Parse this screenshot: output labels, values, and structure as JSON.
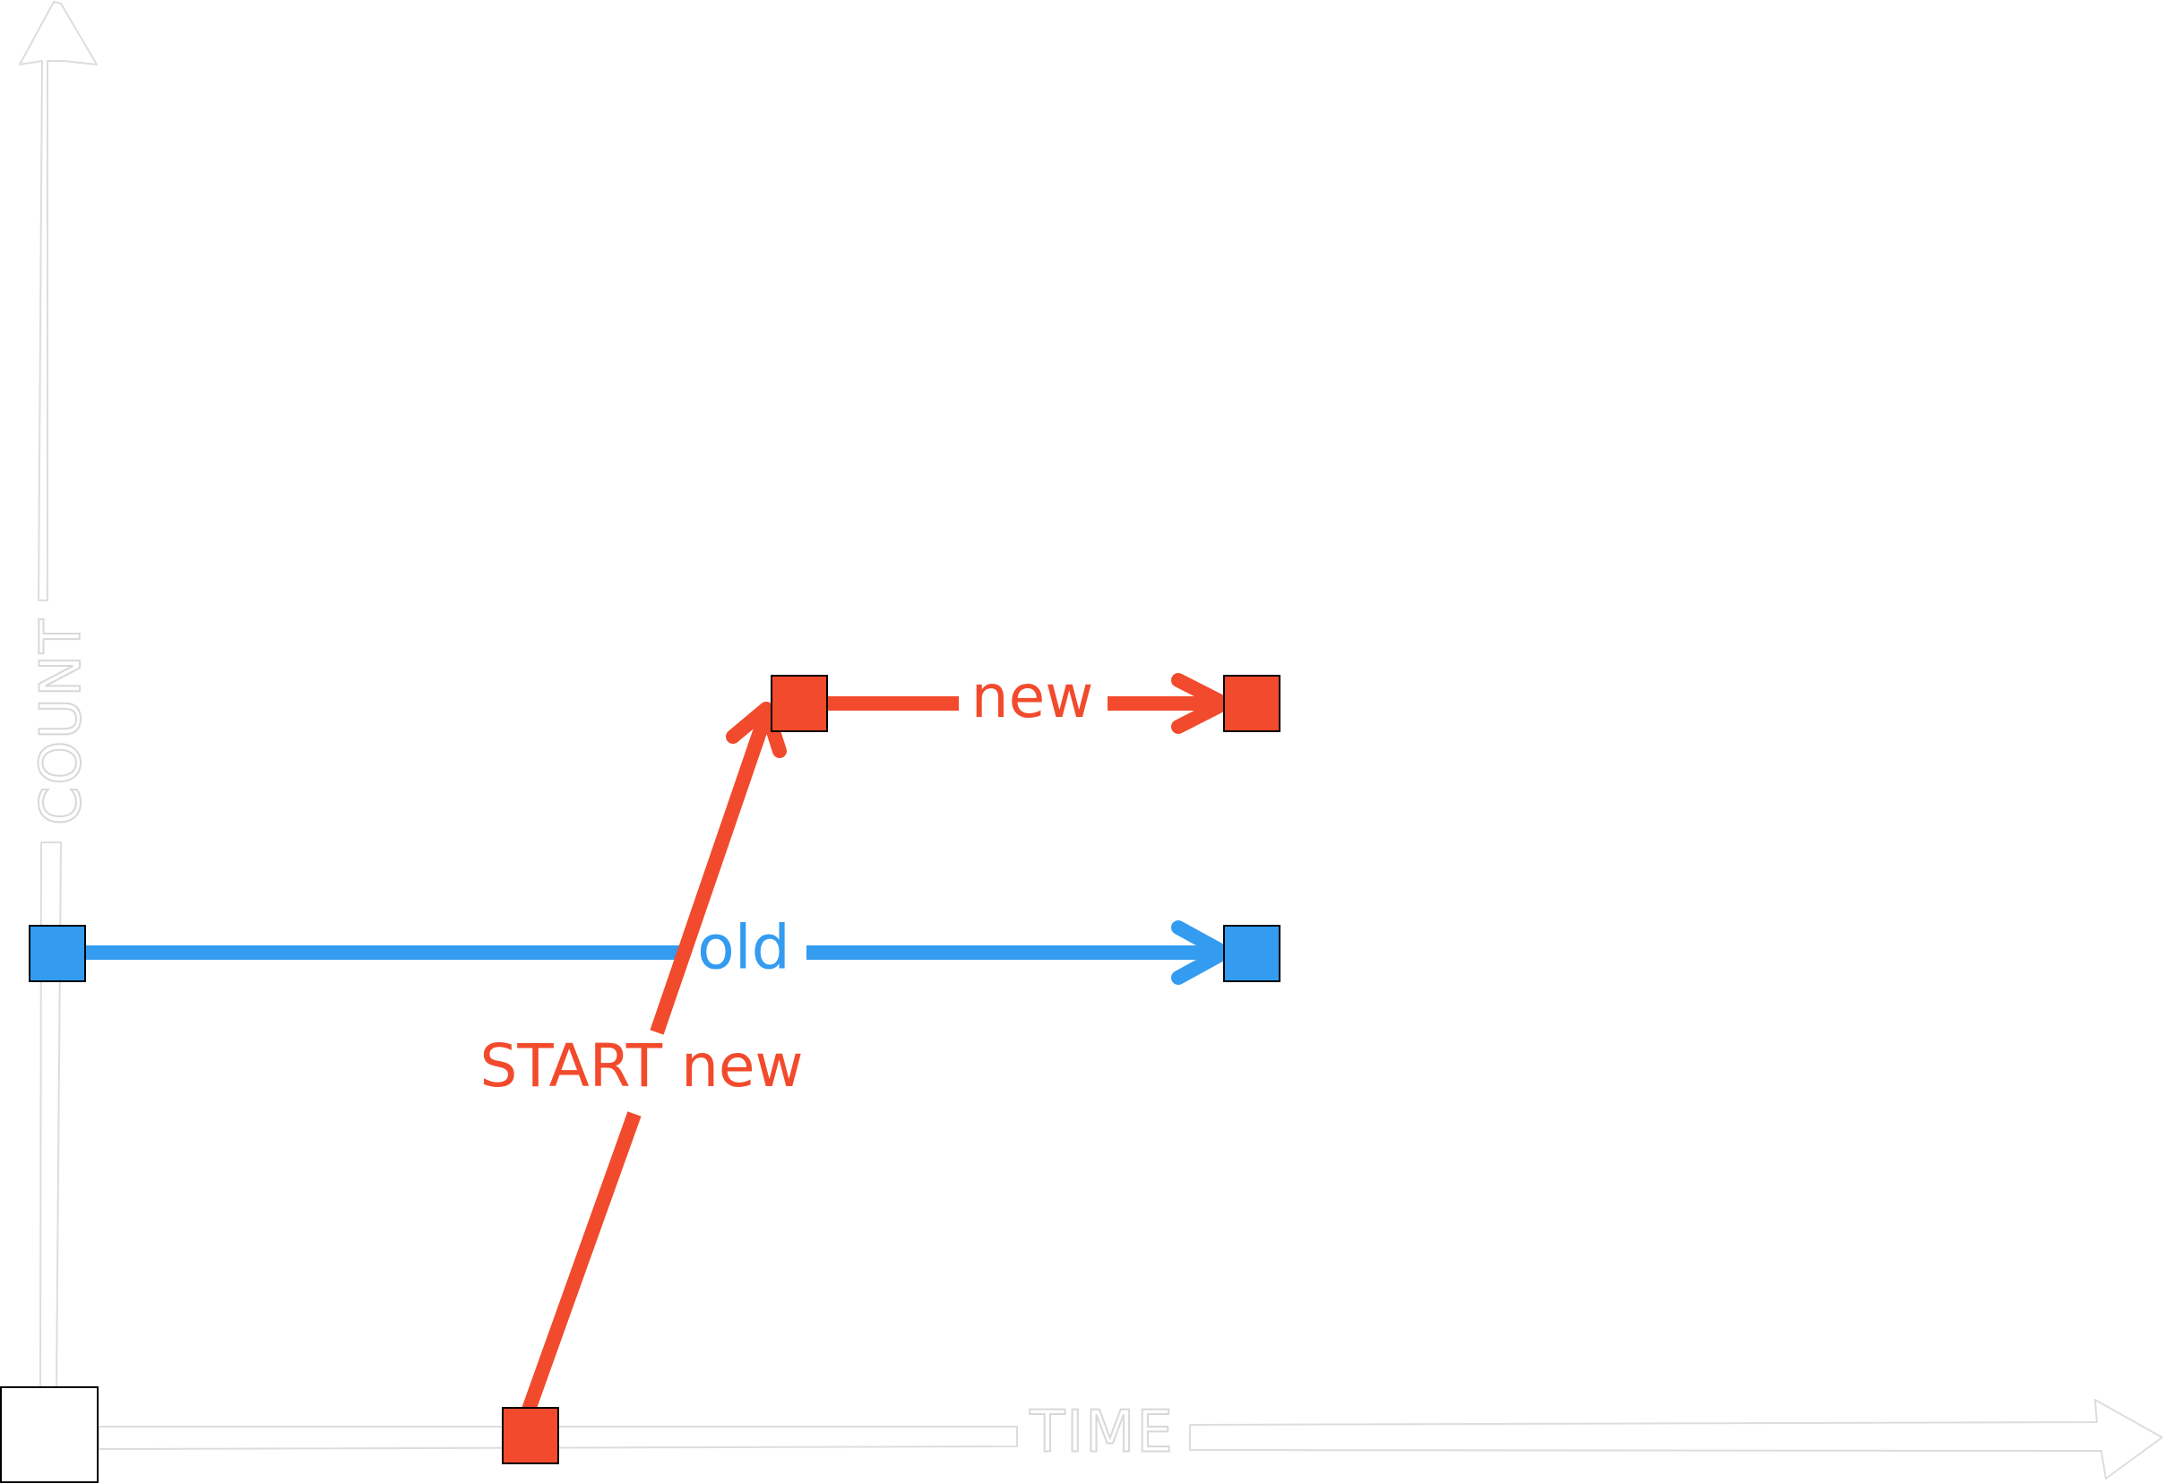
{
  "axes": {
    "x_label": "TIME",
    "y_label": "COUNT"
  },
  "edges": {
    "old": {
      "label": "old"
    },
    "start_new": {
      "label": "START new"
    },
    "new": {
      "label": "new"
    }
  },
  "colors": {
    "old": "#339bf0",
    "new": "#f24a2c",
    "axis_stroke": "#dddddd",
    "node_border": "#000000",
    "origin_fill": "#ffffff"
  }
}
